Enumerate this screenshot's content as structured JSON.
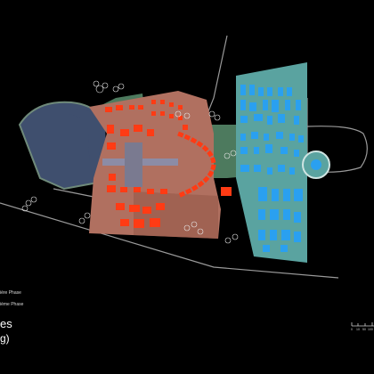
{
  "legend": {
    "phase1_label": "ière Phase",
    "phase2_label": "ième Phase"
  },
  "title": {
    "main": "es",
    "sub": "g)"
  },
  "scale": {
    "labels": [
      "0",
      "10",
      "50",
      "100"
    ]
  },
  "colors": {
    "background": "#000000",
    "water": "#3f4f6e",
    "green_zone": "#4d7a5e",
    "brown_zone": "#b07060",
    "brown_zone_dark": "#96584a",
    "teal_zone": "#5aa3a0",
    "building_red": "#ff3b14",
    "building_blue": "#2aa0f0",
    "road": "#9a9a9a",
    "tree": "#e8e8e8"
  },
  "icons": {
    "trees": "tree-clusters",
    "north": "scale-bar-icon"
  }
}
